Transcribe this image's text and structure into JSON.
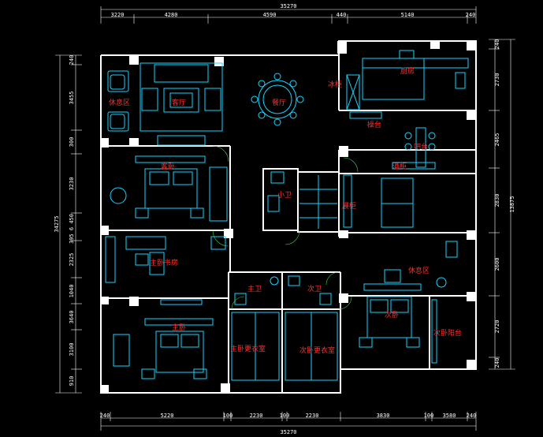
{
  "dimensions": {
    "top_total": "35270",
    "top_segments": [
      "3220",
      "4280",
      "4590",
      "440",
      "5140",
      "240"
    ],
    "bottom_total": "35270",
    "bottom_segments": [
      "240",
      "5220",
      "100",
      "2230",
      "100",
      "2230",
      "3830",
      "100",
      "3580",
      "240"
    ],
    "left_total": "34275",
    "left_segments": [
      "240",
      "3455",
      "300",
      "3230",
      "395 6 450",
      "2325",
      "1040",
      "3640",
      "3100",
      "910"
    ],
    "right_total": "13875",
    "right_segments": [
      "240",
      "2730",
      "2465",
      "2830",
      "2600",
      "2720",
      "240"
    ]
  },
  "rooms": {
    "leisure_left": "休息区",
    "living": "客厅",
    "dining": "餐厅",
    "fridge": "冰柜",
    "kitchen": "厨房",
    "counter": "操台",
    "bar": "吧台",
    "wine_cabinet": "酒柜",
    "guest_bed": "客卧",
    "small_bath": "小卫",
    "display_cabinet": "展柜",
    "master_study": "主卧书房",
    "leisure_right": "休息区",
    "master_bath": "主卫",
    "second_bath": "次卫",
    "master_bed": "主卧",
    "master_closet": "主卧更衣室",
    "second_closet": "次卧更衣室",
    "second_bed": "次卧",
    "second_balcony": "次卧阳台"
  },
  "colors": {
    "wall": "#ffffff",
    "furniture": "#19d3ff",
    "label": "#ff3030",
    "background": "#000000"
  }
}
